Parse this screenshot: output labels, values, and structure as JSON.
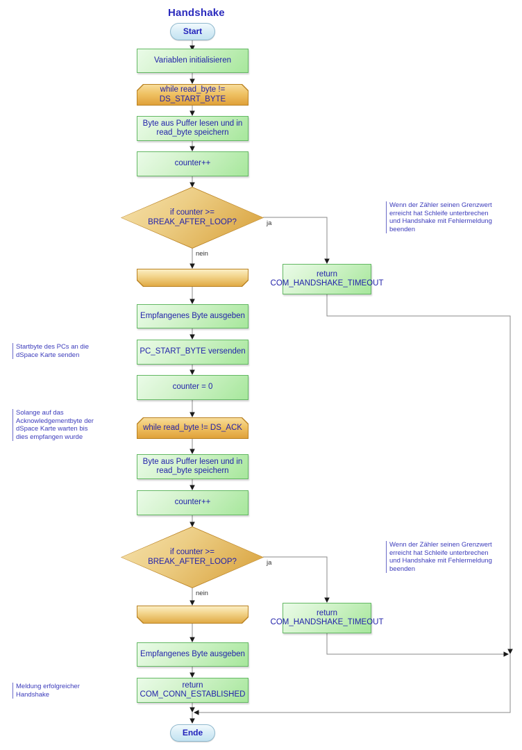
{
  "diagram": {
    "title": "Handshake",
    "accent_green_border": "#63b863",
    "accent_orange_border": "#b98121",
    "text_color": "#2222aa",
    "note_color": "#3b3bbb",
    "connector_color": "#8a8a8a"
  },
  "nodes": {
    "start": {
      "label": "Start",
      "type": "terminator"
    },
    "init_vars": {
      "label": "Variablen initialisieren",
      "type": "process"
    },
    "while_start_byte": {
      "label": "while read_byte !=\nDS_START_BYTE",
      "type": "loop-start"
    },
    "read_buffer_1": {
      "label": "Byte aus Puffer lesen und in\nread_byte speichern",
      "type": "process"
    },
    "counter_inc_1": {
      "label": "counter++",
      "type": "process"
    },
    "decision_1": {
      "label": "if counter >=\nBREAK_AFTER_LOOP?",
      "type": "decision"
    },
    "loop_end_1": {
      "label": "",
      "type": "loop-end"
    },
    "return_timeout_1": {
      "label": "return\nCOM_HANDSHAKE_TIMEOUT",
      "type": "process"
    },
    "print_byte_1": {
      "label": "Empfangenes Byte ausgeben",
      "type": "process"
    },
    "send_start_byte": {
      "label": "PC_START_BYTE versenden",
      "type": "process"
    },
    "counter_reset": {
      "label": "counter = 0",
      "type": "process"
    },
    "while_ack": {
      "label": "while read_byte != DS_ACK",
      "type": "loop-start"
    },
    "read_buffer_2": {
      "label": "Byte aus Puffer lesen und in\nread_byte speichern",
      "type": "process"
    },
    "counter_inc_2": {
      "label": "counter++",
      "type": "process"
    },
    "decision_2": {
      "label": "if counter >=\nBREAK_AFTER_LOOP?",
      "type": "decision"
    },
    "loop_end_2": {
      "label": "",
      "type": "loop-end"
    },
    "return_timeout_2": {
      "label": "return\nCOM_HANDSHAKE_TIMEOUT",
      "type": "process"
    },
    "print_byte_2": {
      "label": "Empfangenes Byte ausgeben",
      "type": "process"
    },
    "return_established": {
      "label": "return\nCOM_CONN_ESTABLISHED",
      "type": "process"
    },
    "ende": {
      "label": "Ende",
      "type": "terminator"
    }
  },
  "edge_labels": {
    "ja_1": "ja",
    "nein_1": "nein",
    "ja_2": "ja",
    "nein_2": "nein"
  },
  "notes": {
    "note_timeout_1": "Wenn der Zähler seinen Grenzwert\nerreicht hat Schleife unterbrechen\nund Handshake mit Fehlermeldung\nbeenden",
    "note_startbyte": "Startbyte des PCs an die\ndSpace Karte senden",
    "note_ack_wait": "Solange auf das\nAcknowledgementbyte der\ndSpace Karte warten bis\ndies empfangen wurde",
    "note_timeout_2": "Wenn der Zähler seinen Grenzwert\nerreicht hat Schleife unterbrechen\nund Handshake mit Fehlermeldung\nbeenden",
    "note_success": "Meldung erfolgreicher\nHandshake"
  }
}
